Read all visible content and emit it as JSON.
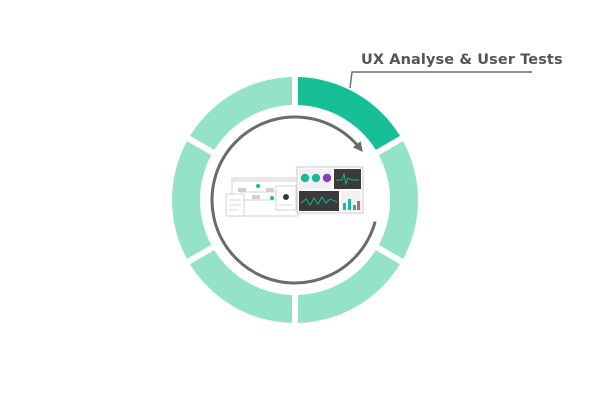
{
  "callout": {
    "label": "UX Analyse & User Tests"
  },
  "colors": {
    "active_segment": "#17bf97",
    "inactive_segment": "#94e3c9",
    "arrow": "#6b6b6b",
    "callout_line": "#6b6b6b",
    "mockup_accent_teal": "#1bb99a",
    "mockup_accent_purple": "#8b3fb5",
    "mockup_dark": "#3a3a3a"
  },
  "cycle": {
    "segment_count": 6,
    "active_segment_index": 0,
    "direction": "clockwise"
  },
  "center_icon": "dashboard-mockup-icon"
}
